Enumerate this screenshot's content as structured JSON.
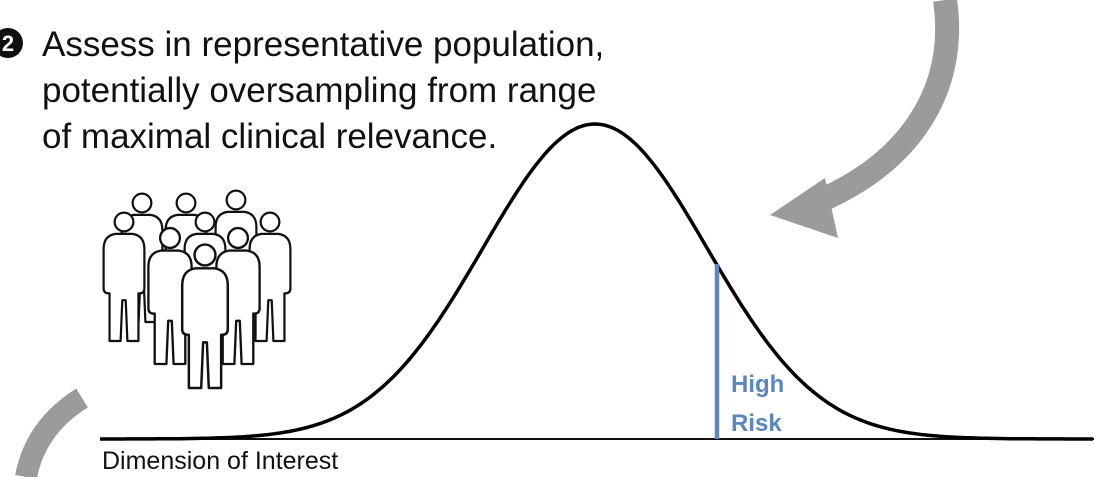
{
  "step": {
    "number": "2",
    "lines": [
      "Assess in representative population,",
      "potentially oversampling from range",
      "of maximal clinical relevance."
    ]
  },
  "axis": {
    "label": "Dimension of Interest"
  },
  "threshold": {
    "label_line1": "High",
    "label_line2": "Risk"
  },
  "colors": {
    "curve": "#000000",
    "threshold": "#5b86c0",
    "arrow": "#9b9b9b",
    "text": "#111111"
  },
  "icons": {
    "population": "people-group-icon",
    "arrow_in": "curved-arrow-icon",
    "arrow_out": "curved-arrow-icon"
  }
}
